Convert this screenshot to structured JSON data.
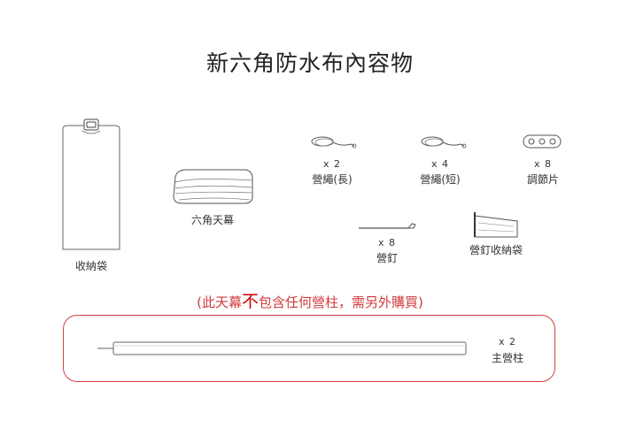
{
  "title": "新六角防水布內容物",
  "items": {
    "bag": {
      "label": "收納袋"
    },
    "tarp": {
      "label": "六角天幕"
    },
    "rope_long": {
      "qty": "x 2",
      "label": "營繩(長)"
    },
    "rope_short": {
      "qty": "x 4",
      "label": "營繩(短)"
    },
    "adjuster": {
      "qty": "x 8",
      "label": "調節片"
    },
    "stake": {
      "qty": "x 8",
      "label": "營釘"
    },
    "stake_bag": {
      "label": "營釘收納袋"
    },
    "pole": {
      "qty": "x 2",
      "label": "主營柱"
    }
  },
  "notice": {
    "open": "(此天幕",
    "emphasis": "不",
    "rest": "包含任何營柱，需另外購買)"
  },
  "colors": {
    "notice_red": "#d03a3a",
    "box_border": "#d04040"
  }
}
